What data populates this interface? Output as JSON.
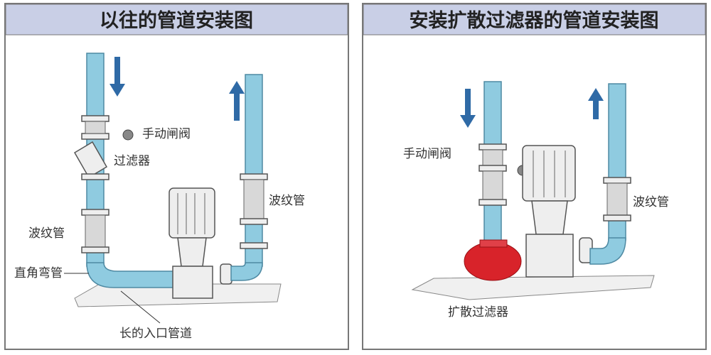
{
  "left_panel": {
    "title": "以往的管道安装图",
    "labels": {
      "gate_valve": "手动闸阀",
      "filter": "过滤器",
      "bellows_right": "波纹管",
      "bellows_left": "波纹管",
      "elbow": "直角弯管",
      "inlet_pipe": "长的入口管道"
    }
  },
  "right_panel": {
    "title": "安装扩散过滤器的管道安装图",
    "labels": {
      "gate_valve": "手动闸阀",
      "bellows": "波纹管",
      "diffuser_filter": "扩散过滤器"
    }
  },
  "colors": {
    "header": "#c9cfe6",
    "pipe": "#8fcbe0",
    "arrow": "#2f6aa6",
    "filter_red": "#d8232a"
  }
}
